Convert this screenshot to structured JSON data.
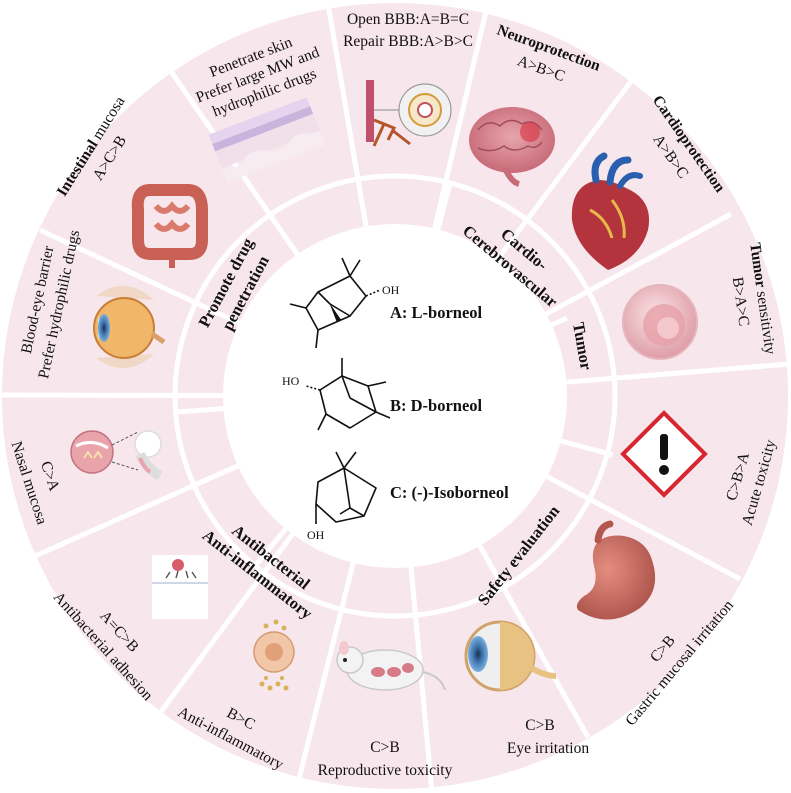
{
  "compounds": [
    {
      "label": "A: L-borneol",
      "group": "OH"
    },
    {
      "label": "B: D-borneol",
      "group": "HO"
    },
    {
      "label": "C: (-)-Isoborneol",
      "group": "OH"
    }
  ],
  "categories": {
    "promote_1": "Promote drug",
    "promote_2": "penetration",
    "cardio_1": "Cardio-",
    "cardio_2": "Cerebrovascular",
    "tumor": "Tumor",
    "antibac_1": "Antibacterial",
    "antibac_2": "Anti-inflammatory",
    "safety": "Safety evaluation"
  },
  "sectors": {
    "bbb": {
      "line1": "Open BBB:A=B=C",
      "line2": "Repair BBB:A>B>C",
      "icon": "blood-brain-barrier-icon"
    },
    "neuro": {
      "title": "Neuroprotection",
      "value": "A>B>C",
      "icon": "brain-icon"
    },
    "cardio": {
      "title": "Cardioprotection",
      "value": "A>B>C",
      "icon": "heart-icon"
    },
    "tumor": {
      "title": "Tumor",
      "rest": " sensitivity",
      "value": "B>A>C",
      "icon": "tumor-cell-icon"
    },
    "acute": {
      "value": "C>B>A",
      "title": "Acute toxicity",
      "icon": "hazard-icon"
    },
    "gastric": {
      "value": "C>B",
      "title": "Gastric mucosal irritation",
      "icon": "stomach-icon"
    },
    "eye_irr": {
      "value": "C>B",
      "title": "Eye irritation",
      "icon": "eye-icon"
    },
    "repro": {
      "value": "C>B",
      "title": "Reproductive toxicity",
      "icon": "mouse-icon"
    },
    "anti_inf": {
      "value": "B>C",
      "title": "Anti-inflammatory",
      "icon": "cell-icon"
    },
    "adhesion": {
      "value": "A=C>B",
      "title": "Antibacterial adhesion",
      "icon": "bacteria-adhesion-icon"
    },
    "nasal": {
      "value": "C>A",
      "title": "Nasal mucosa",
      "icon": "nasal-icon"
    },
    "eye_barrier": {
      "line1": "Blood-eye barrier",
      "line2": "Prefer hydrophilic drugs",
      "icon": "eyeball-icon"
    },
    "intestinal": {
      "title": "Intestinal",
      "rest": " mucosa",
      "value": "A>C>B",
      "icon": "intestine-icon"
    },
    "skin": {
      "line1": "Penetrate skin",
      "line2": "Prefer large MW and",
      "line3": "hydrophilic drugs",
      "icon": "skin-icon"
    }
  },
  "colors": {
    "ring": "#f7e7ec",
    "separator": "#ffffff",
    "hydroxyl": "#c0392b"
  }
}
